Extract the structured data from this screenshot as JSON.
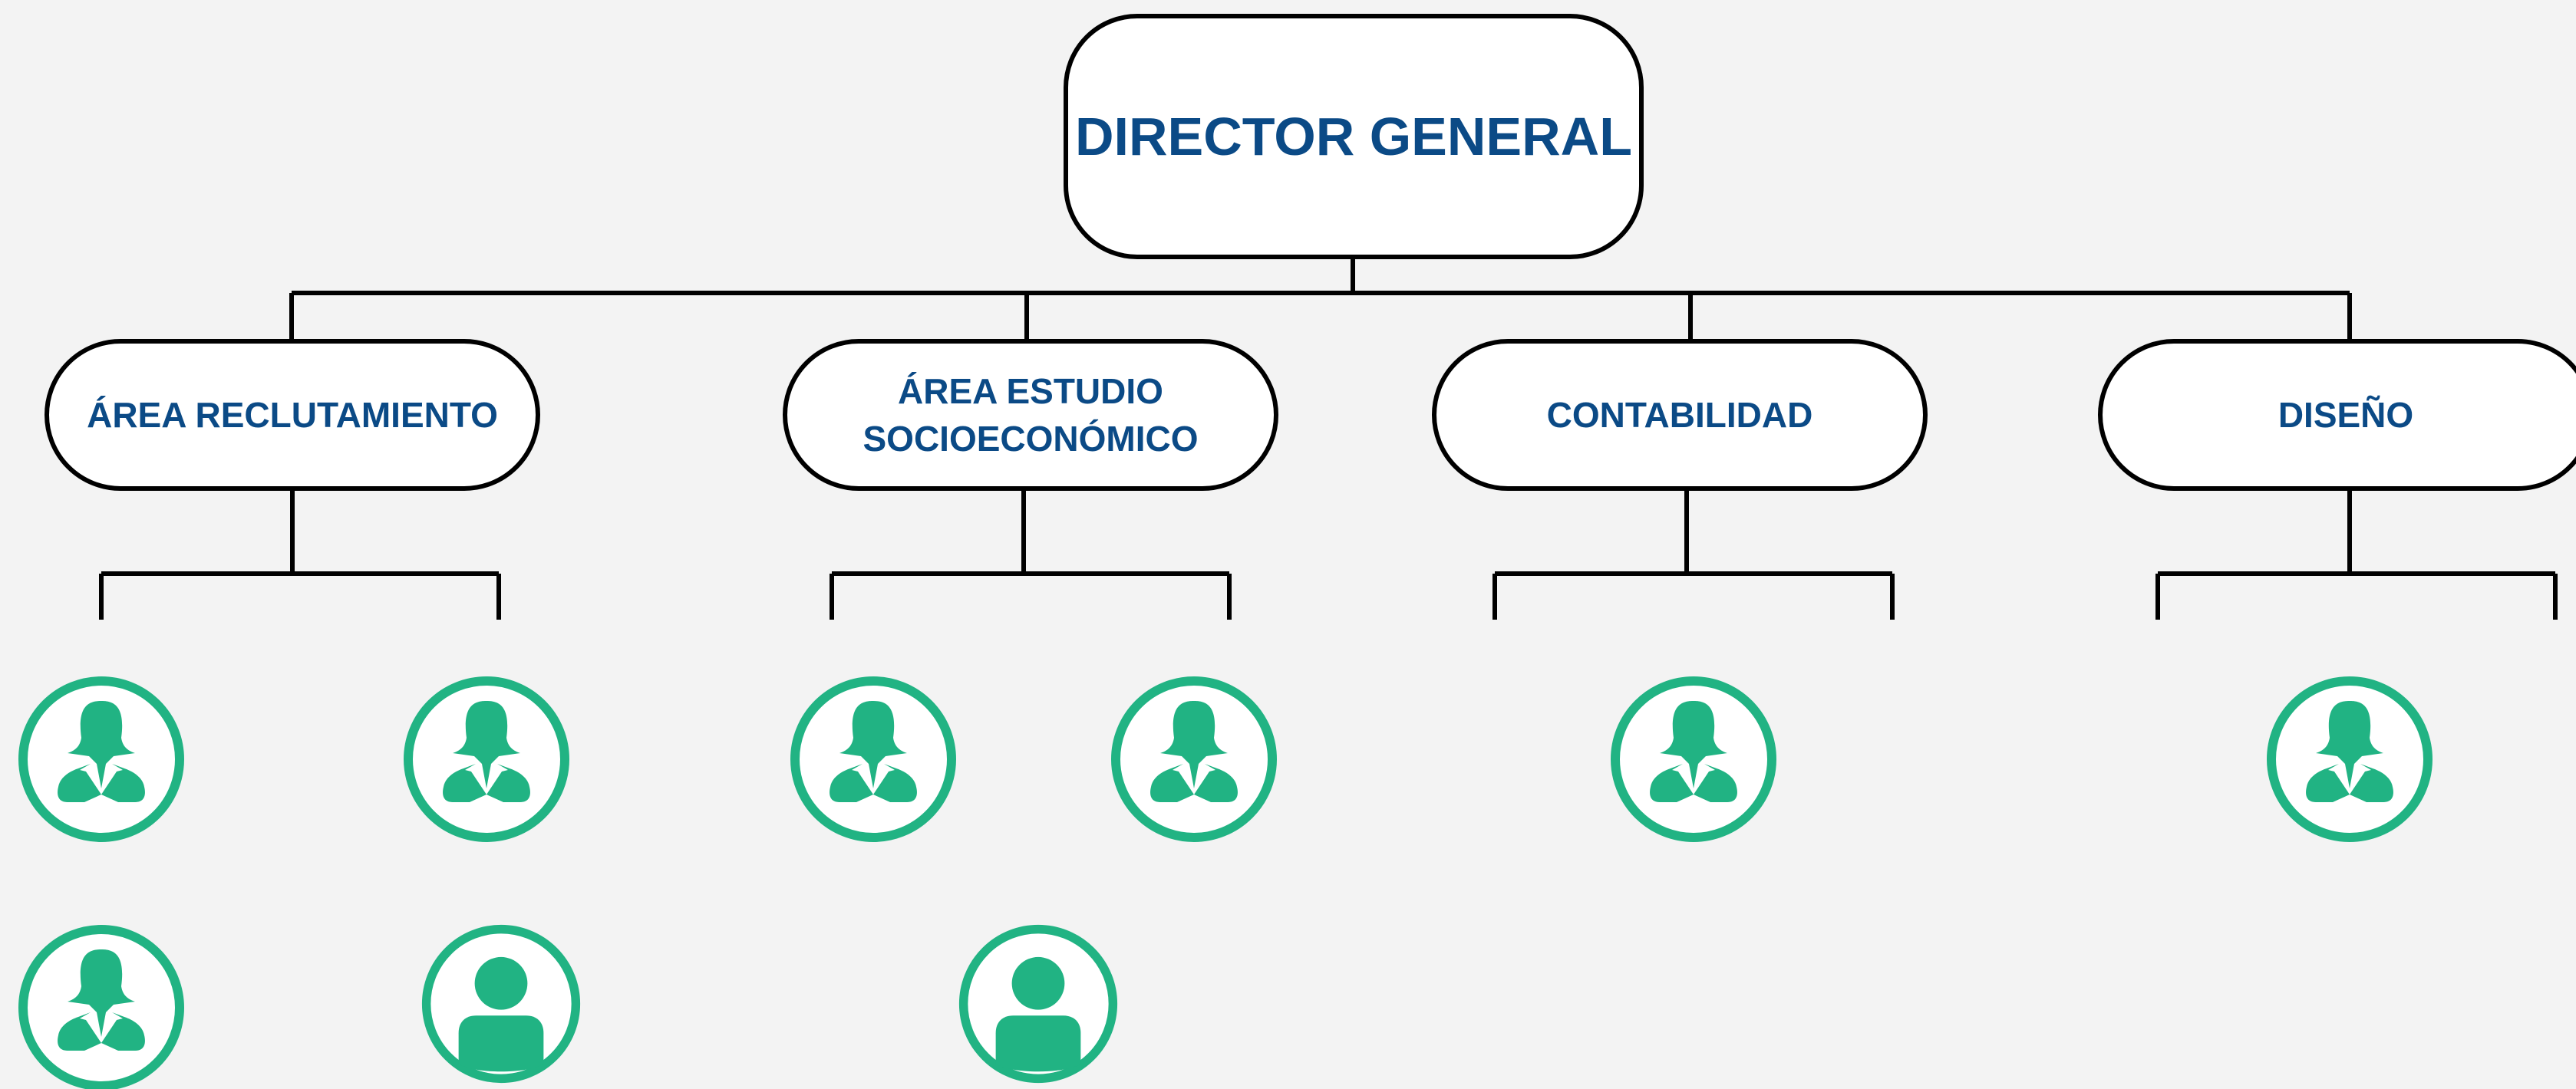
{
  "root": {
    "title": "DIRECTOR GENERAL"
  },
  "areas": [
    {
      "label": "ÁREA RECLUTAMIENTO"
    },
    {
      "label": "ÁREA ESTUDIO SOCIOECONÓMICO"
    },
    {
      "label": "CONTABILIDAD"
    },
    {
      "label": "DISEÑO"
    }
  ],
  "colors": {
    "background": "#f3f3f3",
    "line": "#000000",
    "text": "#0b4a86",
    "icon": "#21b383"
  },
  "staff": [
    {
      "area": "ÁREA RECLUTAMIENTO",
      "icon": "female-user-icon"
    },
    {
      "area": "ÁREA RECLUTAMIENTO",
      "icon": "female-user-icon"
    },
    {
      "area": "ÁREA RECLUTAMIENTO",
      "icon": "female-user-icon"
    },
    {
      "area": "ÁREA RECLUTAMIENTO",
      "icon": "male-user-icon"
    },
    {
      "area": "ÁREA ESTUDIO SOCIOECONÓMICO",
      "icon": "female-user-icon"
    },
    {
      "area": "ÁREA ESTUDIO SOCIOECONÓMICO",
      "icon": "female-user-icon"
    },
    {
      "area": "ÁREA ESTUDIO SOCIOECONÓMICO",
      "icon": "male-user-icon"
    },
    {
      "area": "CONTABILIDAD",
      "icon": "female-user-icon"
    },
    {
      "area": "DISEÑO",
      "icon": "female-user-icon"
    }
  ]
}
